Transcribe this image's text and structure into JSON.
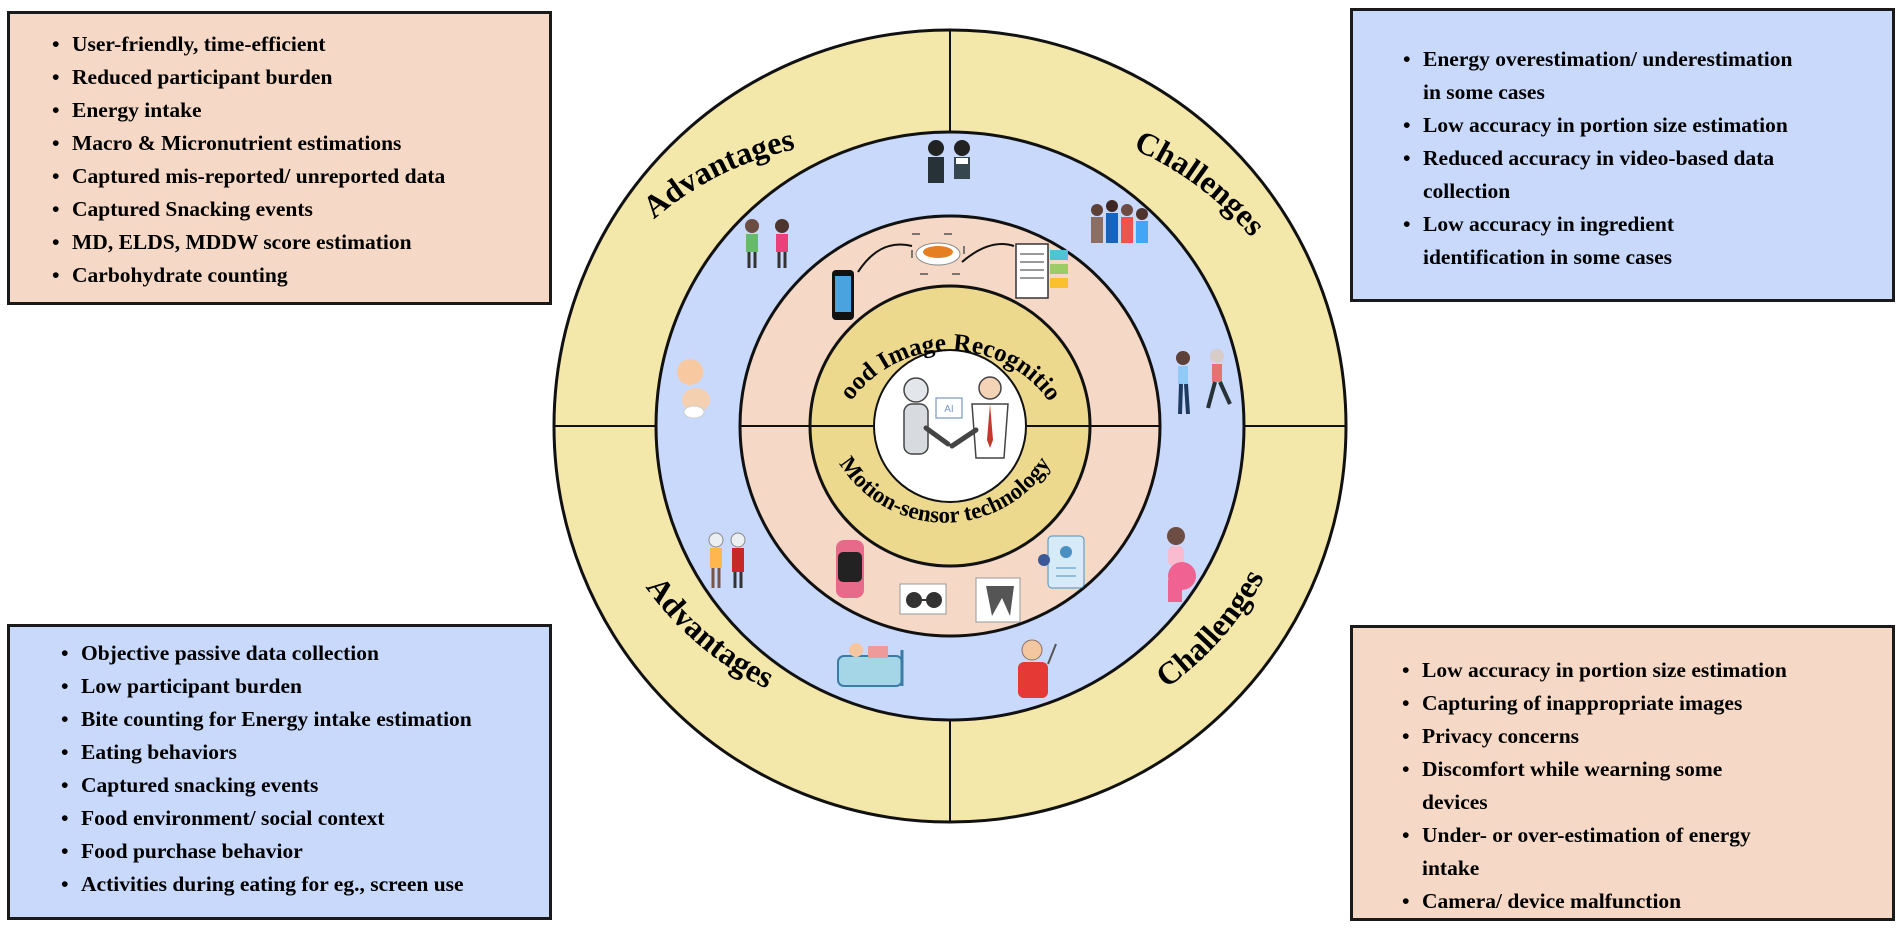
{
  "center": {
    "top_label": "Food Image Recognition",
    "bottom_label": "Motion-sensor technology",
    "center_badge": "AI"
  },
  "outer_ring": {
    "upper_left": "Advantages",
    "upper_right": "Challenges",
    "lower_left": "Advantages",
    "lower_right": "Challenges"
  },
  "boxes": {
    "image_advantages": [
      "User-friendly, time-efficient",
      "Reduced participant burden",
      " Energy intake",
      "Macro & Micronutrient estimations",
      "Captured mis-reported/ unreported data",
      "Captured Snacking events",
      "MD, ELDS, MDDW score estimation",
      "Carbohydrate counting"
    ],
    "image_challenges": [
      "Energy overestimation/ underestimation in some cases",
      "Low accuracy in portion size estimation",
      "Reduced accuracy in video-based data collection",
      "Low accuracy in ingredient identification in some cases"
    ],
    "sensor_advantages": [
      "Objective passive data collection",
      "Low participant burden",
      " Bite counting for Energy intake estimation",
      "Eating behaviors",
      "Captured snacking events",
      "Food environment/ social context",
      "Food purchase behavior",
      "Activities during eating for eg., screen use"
    ],
    "sensor_challenges": [
      "Low accuracy in portion size estimation",
      "Capturing of inappropriate images",
      "Privacy concerns",
      "Discomfort while wearning some devices",
      "Under- or over-estimation of energy intake",
      " Camera/ device malfunction"
    ]
  },
  "colors": {
    "outer_ring": "#f3e8aa",
    "middle_ring": "#c9d9fb",
    "inner_ring": "#f5d8c6",
    "core_ring": "#ecd98e",
    "image_advantages_box": "#f5d8c6",
    "image_challenges_box": "#c9d9fb",
    "sensor_advantages_box": "#c9d9fb",
    "sensor_challenges_box": "#f5d8c6"
  },
  "icons": [
    "smartphone-icon",
    "food-photo-icon",
    "nutrition-label-icon",
    "smartwatch-icon",
    "smart-glasses-icon",
    "wearable-sensor-icon",
    "mobile-app-icon",
    "robot-human-handshake-icon",
    "children-icon",
    "school-kids-icon",
    "family-group-icon",
    "athlete-icon",
    "baby-icon",
    "elderly-couple-icon",
    "pregnant-woman-icon",
    "hospital-patient-icon",
    "man-eating-icon"
  ]
}
